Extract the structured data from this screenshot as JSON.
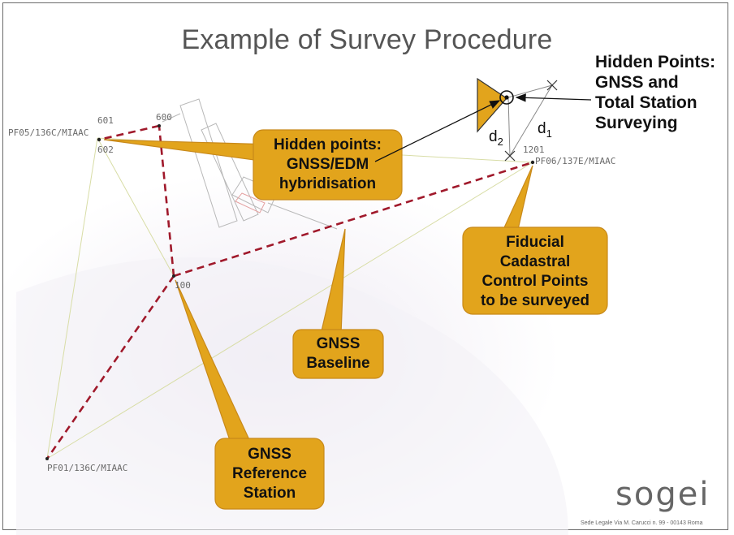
{
  "title": "Example of Survey Procedure",
  "hidden_points_heading": {
    "line1": "Hidden Points:",
    "line2": "GNSS and",
    "line3": "Total Station",
    "line4": "Surveying"
  },
  "callouts": {
    "hybrid": {
      "line1": "Hidden points:",
      "line2": "GNSS/EDM",
      "line3": "hybridisation"
    },
    "fiducial": {
      "line1": "Fiducial",
      "line2": "Cadastral",
      "line3": "Control Points",
      "line4": "to be surveyed"
    },
    "baseline": {
      "line1": "GNSS",
      "line2": "Baseline"
    },
    "reference": {
      "line1": "GNSS",
      "line2": "Reference",
      "line3": "Station"
    }
  },
  "point_labels": {
    "pf05": "PF05/136C/MIAAC",
    "p601": "601",
    "p600": "600",
    "p602": "602",
    "p1201": "1201",
    "pf06": "PF06/137E/MIAAC",
    "p100": "100",
    "pf01": "PF01/136C/MIAAC"
  },
  "distances": {
    "d1": "d",
    "d1_sub": "1",
    "d2": "d",
    "d2_sub": "2"
  },
  "brand": {
    "logo": "sogei",
    "footer": "Sede Legale Via M. Carucci n. 99 - 00143 Roma"
  },
  "colors": {
    "callout_fill": "#e2a41c",
    "callout_stroke": "#c8891a",
    "baseline_dash": "#a0192b"
  },
  "icons": {
    "instrument": "total-station-triangle-icon",
    "target": "target-circle-icon",
    "cross": "cross-marker-icon"
  }
}
